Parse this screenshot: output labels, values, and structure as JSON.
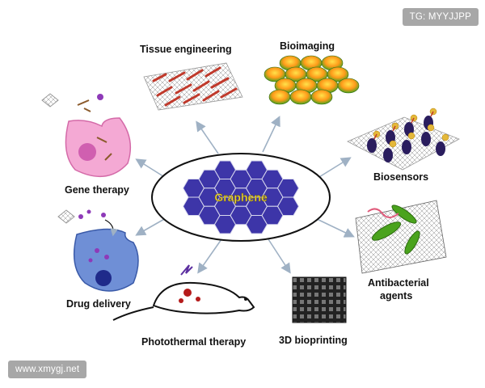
{
  "watermarks": {
    "top_right": "TG: MYYJJPP",
    "bottom_left": "www.xmygj.net"
  },
  "center": {
    "label": "Graphene"
  },
  "applications": {
    "tissue_engineering": "Tissue engineering",
    "bioimaging": "Bioimaging",
    "biosensors": "Biosensors",
    "antibacterial_line1": "Antibacterial",
    "antibacterial_line2": "agents",
    "bioprinting": "3D bioprinting",
    "photothermal": "Photothermal therapy",
    "drug_delivery": "Drug delivery",
    "gene_therapy": "Gene therapy"
  },
  "colors": {
    "hexagon_fill": "#3d35a8",
    "arrow": "#9fb1c4",
    "graphene_text": "#e8d23a",
    "watermark_bg": "#a7a7a7"
  }
}
